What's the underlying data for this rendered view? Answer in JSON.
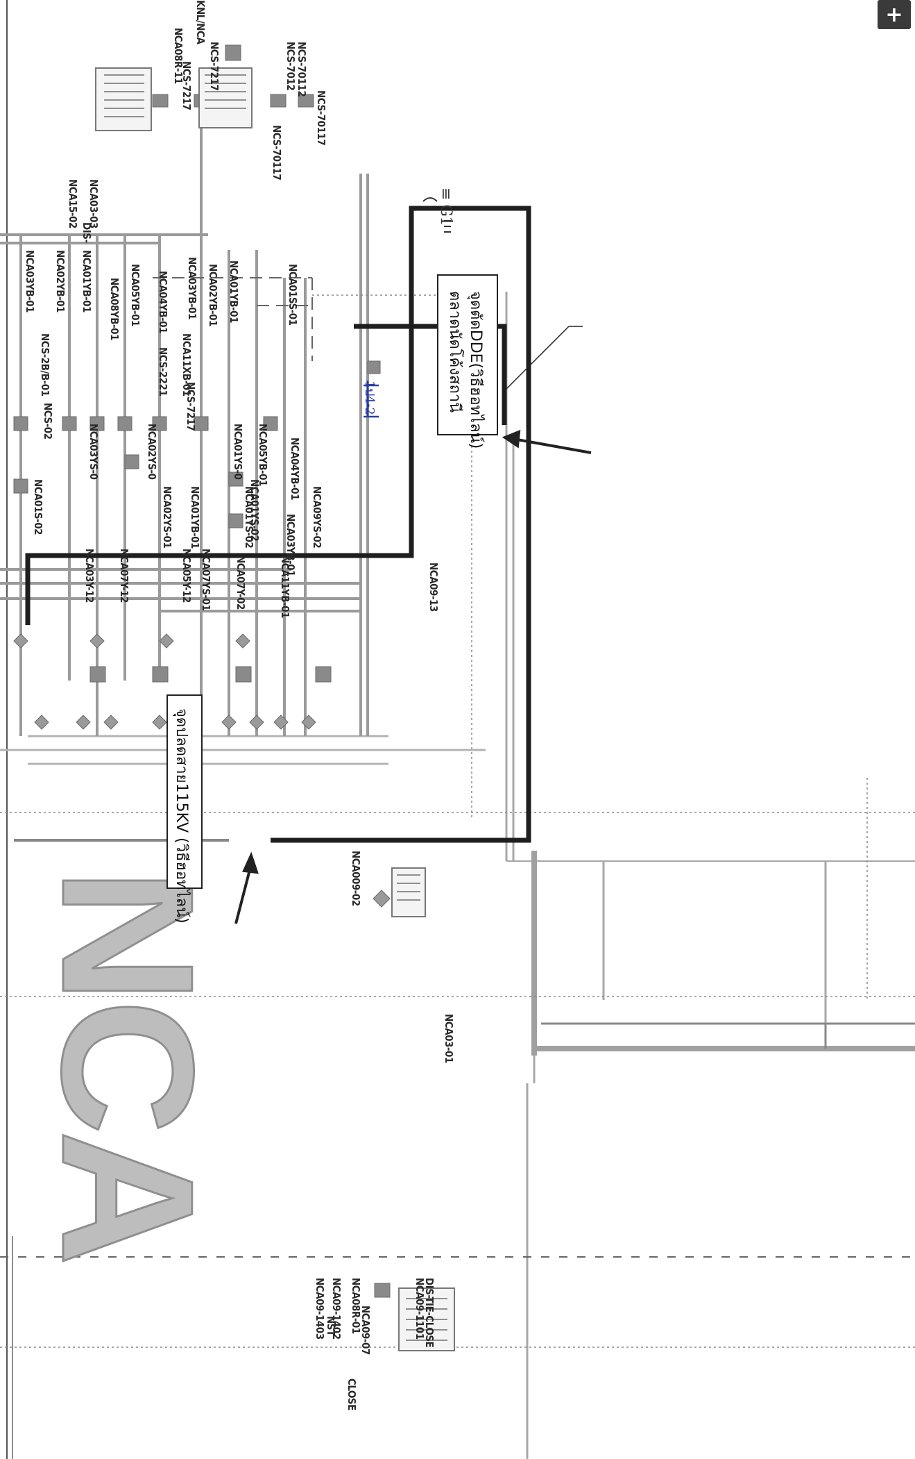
{
  "diagram": {
    "watermark": "NCA",
    "callout_left": "จุดปลดสาย115KV (วิธีฮอทไลน์)",
    "callout_right_line1": "จุดตัดDDE(วิธีฮอทไลน์)",
    "callout_right_line2": "ตลาดนัดโค้งสถานี",
    "handwritten_top": "≡ G1",
    "handwritten_mid": "1ป4-2",
    "zoom_button": "+",
    "labels": [
      {
        "text": "NCA08R-11"
      },
      {
        "text": "NCS-7217"
      },
      {
        "text": "KNL/NCA"
      },
      {
        "text": "NCS-7217"
      },
      {
        "text": "NCS-70112"
      },
      {
        "text": "NCS-7012"
      },
      {
        "text": "NCS-70117"
      },
      {
        "text": "NCS-70117"
      },
      {
        "text": "NCA15-02"
      },
      {
        "text": "NCA03-03"
      },
      {
        "text": "DIS-"
      },
      {
        "text": "NCA03YB-01"
      },
      {
        "text": "NCA02YB-01"
      },
      {
        "text": "NCA01YB-01"
      },
      {
        "text": "NCA08YB-01"
      },
      {
        "text": "NCA05YB-01"
      },
      {
        "text": "NCA04YB-01"
      },
      {
        "text": "NCA03YB-01"
      },
      {
        "text": "NCA02YB-01"
      },
      {
        "text": "NCA01YB-01"
      },
      {
        "text": "NCA01SS-01"
      },
      {
        "text": "NCS-2B/B-01"
      },
      {
        "text": "NCS-2221"
      },
      {
        "text": "NCA11XB-01"
      },
      {
        "text": "NCS-7217"
      },
      {
        "text": "NCS-02"
      },
      {
        "text": "NCA03YS-0"
      },
      {
        "text": "NCA02YS-0"
      },
      {
        "text": "NCA01YS-0"
      },
      {
        "text": "NCA05YB-01"
      },
      {
        "text": "NCA04YB-01"
      },
      {
        "text": "NCA02YS-01"
      },
      {
        "text": "NCA01YB-01"
      },
      {
        "text": "NCA01YS-02"
      },
      {
        "text": "NCA01S-02"
      },
      {
        "text": "NCA01YS-02"
      },
      {
        "text": "NCA09YS-02"
      },
      {
        "text": "NCA03YB-01"
      },
      {
        "text": "NCA03Y-12"
      },
      {
        "text": "NCA07Y-12"
      },
      {
        "text": "NCA05Y-12"
      },
      {
        "text": "NCA07YS-01"
      },
      {
        "text": "NCA07Y-02"
      },
      {
        "text": "NCA11YB-01"
      },
      {
        "text": "NCA09-13"
      },
      {
        "text": "NCA009-02"
      },
      {
        "text": "NCA03-01"
      },
      {
        "text": "NCA09-1101"
      },
      {
        "text": "DIS-TIE-CLOSE"
      },
      {
        "text": "NCA08R-01"
      },
      {
        "text": "NCA09-1403"
      },
      {
        "text": "NCA09-1402"
      },
      {
        "text": "NCA09-07"
      },
      {
        "text": "NST"
      },
      {
        "text": "CLOSE"
      }
    ]
  },
  "colors": {
    "thick_line": "#1e1e1e",
    "gray_line": "#9a9a9a",
    "light_line": "#c4c4c4",
    "node": "#8a8a8a",
    "handwriting": "#2a3ea8"
  }
}
